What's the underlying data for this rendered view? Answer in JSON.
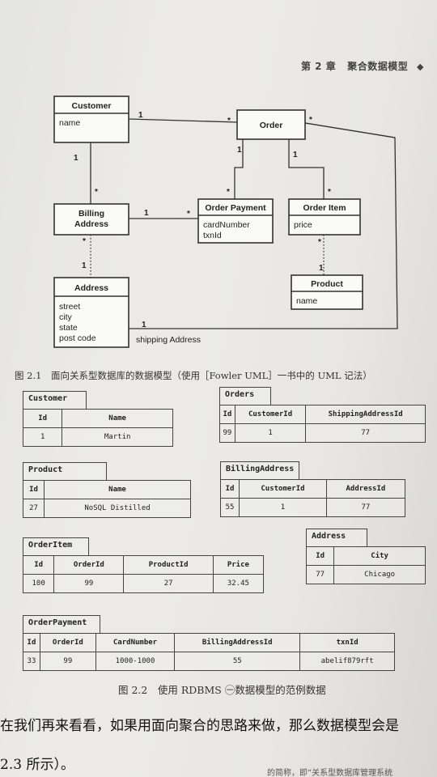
{
  "header": {
    "chapter": "第 2 章",
    "title": "聚合数据模型",
    "ornament": "◆"
  },
  "uml": {
    "customer": {
      "name": "Customer",
      "attrs": [
        "name"
      ]
    },
    "order": {
      "name": "Order"
    },
    "billing": {
      "name_line1": "Billing",
      "name_line2": "Address"
    },
    "payment": {
      "name": "Order Payment",
      "attrs": [
        "cardNumber",
        "txnId"
      ]
    },
    "item": {
      "name": "Order Item",
      "attrs": [
        "price"
      ]
    },
    "product": {
      "name": "Product",
      "attrs": [
        "name"
      ]
    },
    "address": {
      "name": "Address",
      "attrs": [
        "street",
        "city",
        "state",
        "post code"
      ]
    },
    "mult": {
      "one": "1",
      "many": "*"
    },
    "shipping_label": "shipping Address"
  },
  "fig21_caption": "图 2.1　面向关系型数据库的数据模型（使用［Fowler UML］一书中的 UML 记法）",
  "tables": {
    "customer": {
      "name": "Customer",
      "headers": [
        "Id",
        "Name"
      ],
      "row": [
        "1",
        "Martin"
      ]
    },
    "orders": {
      "name": "Orders",
      "headers": [
        "Id",
        "CustomerId",
        "ShippingAddressId"
      ],
      "row": [
        "99",
        "1",
        "77"
      ]
    },
    "product": {
      "name": "Product",
      "headers": [
        "Id",
        "Name"
      ],
      "row": [
        "27",
        "NoSQL Distilled"
      ]
    },
    "billing": {
      "name": "BillingAddress",
      "headers": [
        "Id",
        "CustomerId",
        "AddressId"
      ],
      "row": [
        "55",
        "1",
        "77"
      ]
    },
    "orderitem": {
      "name": "OrderItem",
      "headers": [
        "Id",
        "OrderId",
        "ProductId",
        "Price"
      ],
      "row": [
        "100",
        "99",
        "27",
        "32.45"
      ]
    },
    "address": {
      "name": "Address",
      "headers": [
        "Id",
        "City"
      ],
      "row": [
        "77",
        "Chicago"
      ]
    },
    "payment": {
      "name": "OrderPayment",
      "headers": [
        "Id",
        "OrderId",
        "CardNumber",
        "BillingAddressId",
        "txnId"
      ],
      "row": [
        "33",
        "99",
        "1000-1000",
        "55",
        "abelif879rft"
      ]
    }
  },
  "fig22_caption": "图 2.2　使用 RDBMS ㊀数据模型的范例数据",
  "body": {
    "line1": "在我们再来看看，如果用面向聚合的思路来做，那么数据模型会是",
    "line2": "2.3 所示）。",
    "footer_fragment": "的简称，即“关系型数据库管理系统"
  }
}
